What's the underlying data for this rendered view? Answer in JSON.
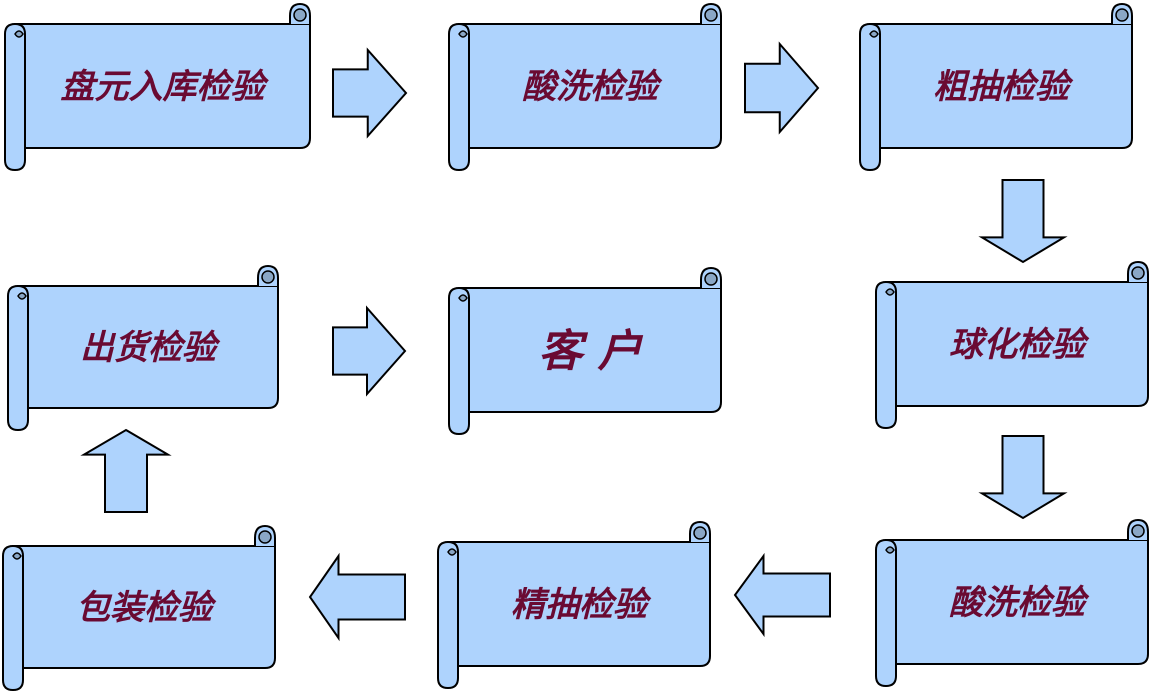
{
  "nodes": {
    "coil_inbound": "盘元入库检验",
    "pickling_1": "酸洗检验",
    "rough_drawing": "粗抽检验",
    "spheroidizing": "球化检验",
    "pickling_2": "酸洗检验",
    "fine_drawing": "精抽检验",
    "packaging": "包装检验",
    "shipment": "出货检验",
    "customer": "客  户"
  },
  "colors": {
    "scroll_fill": "#aed3fd",
    "label_color": "#6a0a32",
    "outline": "#000000"
  }
}
